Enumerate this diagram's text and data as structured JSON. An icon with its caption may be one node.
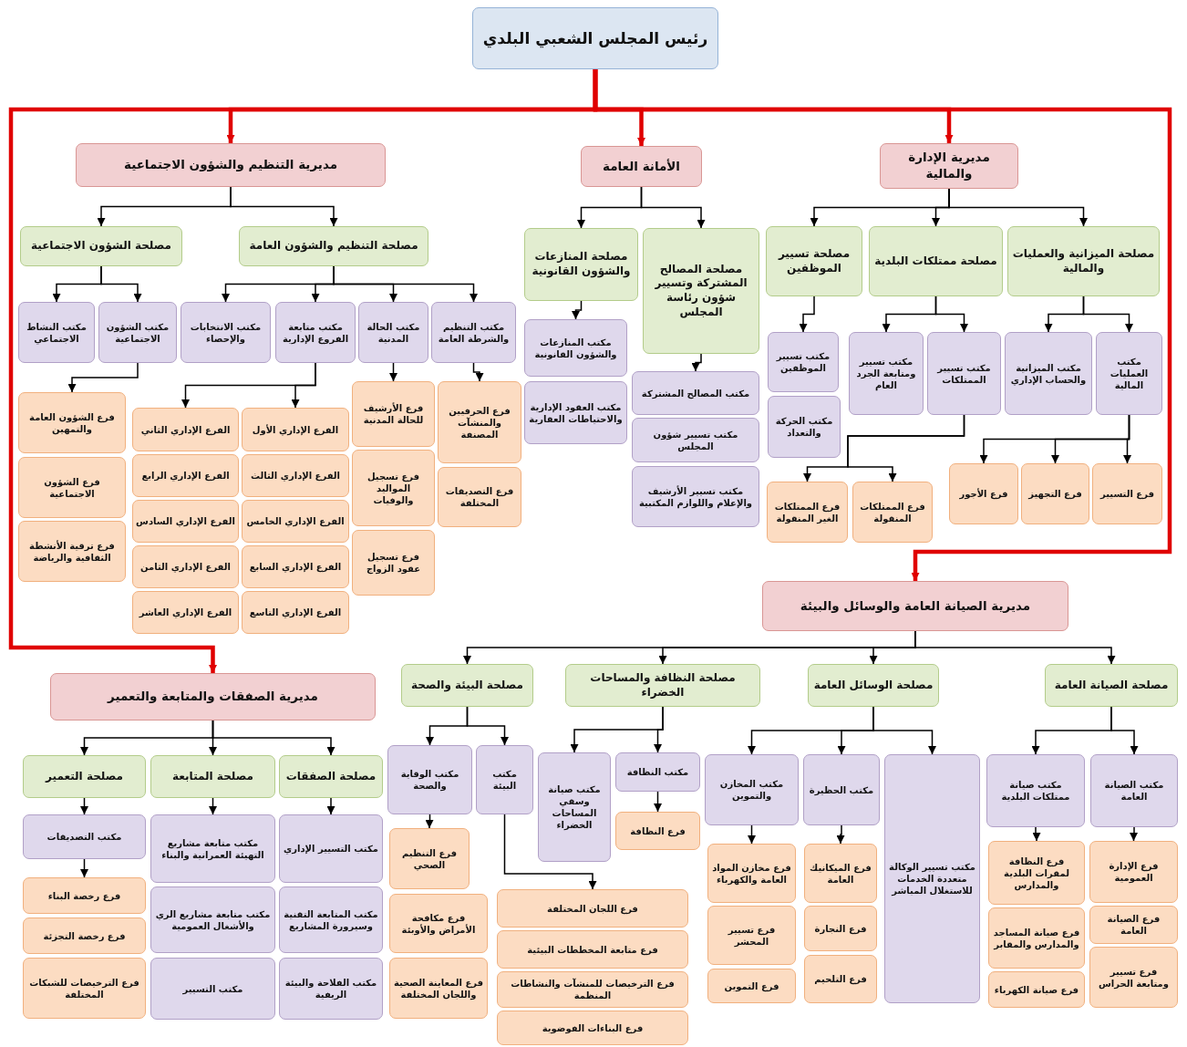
{
  "diagram": {
    "nodes": [
      {
        "text": [
          "رئيس المجلس الشعبي البلدي"
        ]
      },
      {
        "text": [
          "مديرية التنظيم والشؤون الاجتماعية"
        ]
      },
      {
        "text": [
          "مصلحة الشؤون الاجتماعية"
        ]
      },
      {
        "text": [
          "مصلحة التنظيم والشؤون العامة"
        ]
      },
      {
        "text": [
          "مكتب الشؤون الاجتماعية"
        ]
      },
      {
        "text": [
          "مكتب النشاط الاجتماعي"
        ]
      },
      {
        "text": [
          "فرع الشؤون العامة والتمهين"
        ]
      },
      {
        "text": [
          "فرع الشؤون الاجتماعية"
        ]
      },
      {
        "text": [
          "فرع ترقية الأنشطة الثقافية والرياضة"
        ]
      },
      {
        "text": [
          "مكتب التنظيم والشرطة العامة"
        ]
      },
      {
        "text": [
          "مكتب الحالة المدنية"
        ]
      },
      {
        "text": [
          "مكتب متابعة الفروع الإدارية"
        ]
      },
      {
        "text": [
          "مكتب الانتخابات والإحصاء"
        ]
      },
      {
        "text": [
          "فرع الحرفيين والمنشآت المصنفة"
        ]
      },
      {
        "text": [
          "فرع التصديقات المختلفة"
        ]
      },
      {
        "text": [
          "فرع الأرشيف للحالة المدنية"
        ]
      },
      {
        "text": [
          "فرع تسجيل المواليد والوفيات"
        ]
      },
      {
        "text": [
          "فرع تسجيل عقود الزواج"
        ]
      },
      {
        "text": [
          "الفرع الإداري الأول"
        ]
      },
      {
        "text": [
          "الفرع الإداري الثالث"
        ]
      },
      {
        "text": [
          "الفرع الإداري الخامس"
        ]
      },
      {
        "text": [
          "الفرع الإداري السابع"
        ]
      },
      {
        "text": [
          "الفرع الإداري التاسع"
        ]
      },
      {
        "text": [
          "الفرع الإداري الثاني"
        ]
      },
      {
        "text": [
          "الفرع الإداري الرابع"
        ]
      },
      {
        "text": [
          "الفرع الإداري السادس"
        ]
      },
      {
        "text": [
          "الفرع الإداري الثامن"
        ]
      },
      {
        "text": [
          "الفرع الإداري العاشر"
        ]
      },
      {
        "text": [
          "الأمانة العامة"
        ]
      },
      {
        "text": [
          "مصلحة المصالح المشتركة وتسيير شؤون رئاسة المجلس"
        ]
      },
      {
        "text": [
          "مصلحة المنازعات والشؤون القانونية"
        ]
      },
      {
        "text": [
          "مكتب المصالح المشتركة"
        ]
      },
      {
        "text": [
          "مكتب تسيير شؤون المجلس"
        ]
      },
      {
        "text": [
          "مكتب تسيير الأرشيف والإعلام واللوازم المكتبية"
        ]
      },
      {
        "text": [
          "مكتب المنازعات والشؤون القانونية"
        ]
      },
      {
        "text": [
          "مكتب العقود الإدارية والاحتياطات العقارية"
        ]
      },
      {
        "text": [
          "مديرية الإدارة والمالية"
        ]
      },
      {
        "text": [
          "مصلحة الميزانية والعمليات والمالية"
        ]
      },
      {
        "text": [
          "مصلحة ممتلكات البلدية"
        ]
      },
      {
        "text": [
          "مصلحة تسيير الموظفين"
        ]
      },
      {
        "text": [
          "مكتب العمليات المالية"
        ]
      },
      {
        "text": [
          "مكتب الميزانية والحساب الإداري"
        ]
      },
      {
        "text": [
          "فرع التسيير"
        ]
      },
      {
        "text": [
          "فرع التجهيز"
        ]
      },
      {
        "text": [
          "فرع الأجور"
        ]
      },
      {
        "text": [
          "مكتب تسيير الممتلكات"
        ]
      },
      {
        "text": [
          "مكتب تسيير ومتابعة الجرد العام"
        ]
      },
      {
        "text": [
          "فرع الممتلكات المنقولة"
        ]
      },
      {
        "text": [
          "فرع الممتلكات الغير المنقولة"
        ]
      },
      {
        "text": [
          "مكتب تسيير الموظفين"
        ]
      },
      {
        "text": [
          "مكتب الحركة والتعداد"
        ]
      },
      {
        "text": [
          "مديرية الصيانة العامة والوسائل والبيئة"
        ]
      },
      {
        "text": [
          "مصلحة الصيانة العامة"
        ]
      },
      {
        "text": [
          "مصلحة الوسائل العامة"
        ]
      },
      {
        "text": [
          "مصلحة النظافة والمساحات الخضراء"
        ]
      },
      {
        "text": [
          "مصلحة البيئة والصحة"
        ]
      },
      {
        "text": [
          "مكتب الصيانة العامة"
        ]
      },
      {
        "text": [
          "مكتب صيانة ممتلكات البلدية"
        ]
      },
      {
        "text": [
          "فرع الإدارة العمومية"
        ]
      },
      {
        "text": [
          "فرع الصيانة العامة"
        ]
      },
      {
        "text": [
          "فرع تسيير ومتابعة الحراس"
        ]
      },
      {
        "text": [
          "فرع النظافة لمقرات البلدية والمدارس"
        ]
      },
      {
        "text": [
          "فرع صيانة المساجد والمدارس والمقابر"
        ]
      },
      {
        "text": [
          "فرع صيانة الكهرباء"
        ]
      },
      {
        "text": [
          "مكتب تسيير الوكالة متعددة الخدمات للاستغلال المباشر"
        ]
      },
      {
        "text": [
          "مكتب الحظيرة"
        ]
      },
      {
        "text": [
          "مكتب المخازن والتموين"
        ]
      },
      {
        "text": [
          "فرع الميكانيك العامة"
        ]
      },
      {
        "text": [
          "فرع النجارة"
        ]
      },
      {
        "text": [
          "فرع التلحيم"
        ]
      },
      {
        "text": [
          "فرع مخازن المواد العامة والكهرباء"
        ]
      },
      {
        "text": [
          "فرع تسيير المحشر"
        ]
      },
      {
        "text": [
          "فرع التموين"
        ]
      },
      {
        "text": [
          "مكتب النظافة"
        ]
      },
      {
        "text": [
          "مكتب صيانة وسقي المساحات الخضراء"
        ]
      },
      {
        "text": [
          "فرع النظافة"
        ]
      },
      {
        "text": [
          "مكتب البيئة"
        ]
      },
      {
        "text": [
          "مكتب الوقاية والصحة"
        ]
      },
      {
        "text": [
          "فرع التنظيم الصحي"
        ]
      },
      {
        "text": [
          "فرع مكافحة الأمراض والأوبئة"
        ]
      },
      {
        "text": [
          "فرع المعاينة الصحية واللجان المختلفة"
        ]
      },
      {
        "text": [
          "فرع اللجان المختلفة"
        ]
      },
      {
        "text": [
          "فرع متابعة المخططات البيئية"
        ]
      },
      {
        "text": [
          "فرع الترخيصات للمنشآت والنشاطات المنظمة"
        ]
      },
      {
        "text": [
          "فرع البناءات الفوضوية"
        ]
      },
      {
        "text": [
          "مديرية الصفقات والمتابعة والتعمير"
        ]
      },
      {
        "text": [
          "مصلحة الصفقات"
        ]
      },
      {
        "text": [
          "مصلحة المتابعة"
        ]
      },
      {
        "text": [
          "مصلحة التعمير"
        ]
      },
      {
        "text": [
          "مكتب التسيير الإداري"
        ]
      },
      {
        "text": [
          "مكتب المتابعة التقنية وسيرورة المشاريع"
        ]
      },
      {
        "text": [
          "مكتب الفلاحة والبيئة الريفية"
        ]
      },
      {
        "text": [
          "مكتب متابعة مشاريع التهيئة العمرانية والبناء"
        ]
      },
      {
        "text": [
          "مكتب متابعة مشاريع الري والأشغال العمومية"
        ]
      },
      {
        "text": [
          "مكتب التسيير"
        ]
      },
      {
        "text": [
          "مكتب التصديقات"
        ]
      },
      {
        "text": [
          "فرع رخصة البناء"
        ]
      },
      {
        "text": [
          "فرع رخصة التجزئة"
        ]
      },
      {
        "text": [
          "فرع الترخيصات للشبكات المختلفة"
        ]
      }
    ],
    "edges": [
      {
        "from": 0,
        "to": 1,
        "arrow": "to",
        "style": "thick",
        "color": "#e00000"
      },
      {
        "from": 0,
        "to": 28,
        "arrow": "to",
        "style": "thick",
        "color": "#e00000"
      },
      {
        "from": 0,
        "to": 36,
        "arrow": "to",
        "style": "thick",
        "color": "#e00000"
      },
      {
        "from": 0,
        "to": 51,
        "arrow": "to",
        "style": "thick",
        "color": "#e00000"
      },
      {
        "from": 0,
        "to": 85,
        "arrow": "to",
        "style": "thick",
        "color": "#e00000"
      },
      {
        "from": 1,
        "to": 2,
        "arrow": "to"
      },
      {
        "from": 1,
        "to": 3,
        "arrow": "to"
      },
      {
        "from": 2,
        "to": 4,
        "arrow": "to"
      },
      {
        "from": 2,
        "to": 5,
        "arrow": "to"
      },
      {
        "from": 4,
        "to": 6,
        "arrow": "to"
      },
      {
        "from": 3,
        "to": 9,
        "arrow": "to"
      },
      {
        "from": 3,
        "to": 10,
        "arrow": "to"
      },
      {
        "from": 3,
        "to": 11,
        "arrow": "to"
      },
      {
        "from": 3,
        "to": 12,
        "arrow": "to"
      },
      {
        "from": 9,
        "to": 13,
        "arrow": "to"
      },
      {
        "from": 10,
        "to": 15,
        "arrow": "to"
      },
      {
        "from": 11,
        "to": 18,
        "arrow": "to"
      },
      {
        "from": 11,
        "to": 23,
        "arrow": "to"
      },
      {
        "from": 28,
        "to": 29,
        "arrow": "to"
      },
      {
        "from": 28,
        "to": 30,
        "arrow": "to"
      },
      {
        "from": 29,
        "to": 31,
        "arrow": "to"
      },
      {
        "from": 30,
        "to": 34,
        "arrow": "to"
      },
      {
        "from": 36,
        "to": 37,
        "arrow": "to"
      },
      {
        "from": 36,
        "to": 38,
        "arrow": "to"
      },
      {
        "from": 36,
        "to": 39,
        "arrow": "to"
      },
      {
        "from": 37,
        "to": 40,
        "arrow": "to"
      },
      {
        "from": 37,
        "to": 41,
        "arrow": "to"
      },
      {
        "from": 40,
        "to": 42,
        "arrow": "to"
      },
      {
        "from": 40,
        "to": 43,
        "arrow": "to"
      },
      {
        "from": 40,
        "to": 44,
        "arrow": "to"
      },
      {
        "from": 38,
        "to": 45,
        "arrow": "to"
      },
      {
        "from": 38,
        "to": 46,
        "arrow": "to"
      },
      {
        "from": 45,
        "to": 47,
        "arrow": "to"
      },
      {
        "from": 45,
        "to": 48,
        "arrow": "to"
      },
      {
        "from": 39,
        "to": 49,
        "arrow": "to"
      },
      {
        "from": 51,
        "to": 52,
        "arrow": "to"
      },
      {
        "from": 51,
        "to": 53,
        "arrow": "to"
      },
      {
        "from": 51,
        "to": 54,
        "arrow": "to"
      },
      {
        "from": 51,
        "to": 55,
        "arrow": "to"
      },
      {
        "from": 52,
        "to": 56,
        "arrow": "to"
      },
      {
        "from": 52,
        "to": 57,
        "arrow": "to"
      },
      {
        "from": 56,
        "to": 58,
        "arrow": "to"
      },
      {
        "from": 57,
        "to": 61,
        "arrow": "to"
      },
      {
        "from": 53,
        "to": 64,
        "arrow": "to"
      },
      {
        "from": 53,
        "to": 65,
        "arrow": "to"
      },
      {
        "from": 53,
        "to": 66,
        "arrow": "to"
      },
      {
        "from": 65,
        "to": 67,
        "arrow": "to"
      },
      {
        "from": 66,
        "to": 70,
        "arrow": "to"
      },
      {
        "from": 54,
        "to": 73,
        "arrow": "to"
      },
      {
        "from": 54,
        "to": 74,
        "arrow": "to"
      },
      {
        "from": 73,
        "to": 75,
        "arrow": "to"
      },
      {
        "from": 55,
        "to": 76,
        "arrow": "to"
      },
      {
        "from": 55,
        "to": 77,
        "arrow": "to"
      },
      {
        "from": 77,
        "to": 78,
        "arrow": "to"
      },
      {
        "from": 76,
        "to": 81,
        "arrow": "to"
      },
      {
        "from": 85,
        "to": 86,
        "arrow": "to"
      },
      {
        "from": 85,
        "to": 87,
        "arrow": "to"
      },
      {
        "from": 85,
        "to": 88,
        "arrow": "to"
      },
      {
        "from": 86,
        "to": 89,
        "arrow": "to"
      },
      {
        "from": 87,
        "to": 92,
        "arrow": "to"
      },
      {
        "from": 88,
        "to": 95,
        "arrow": "to"
      },
      {
        "from": 95,
        "to": 96,
        "arrow": "to"
      }
    ]
  }
}
